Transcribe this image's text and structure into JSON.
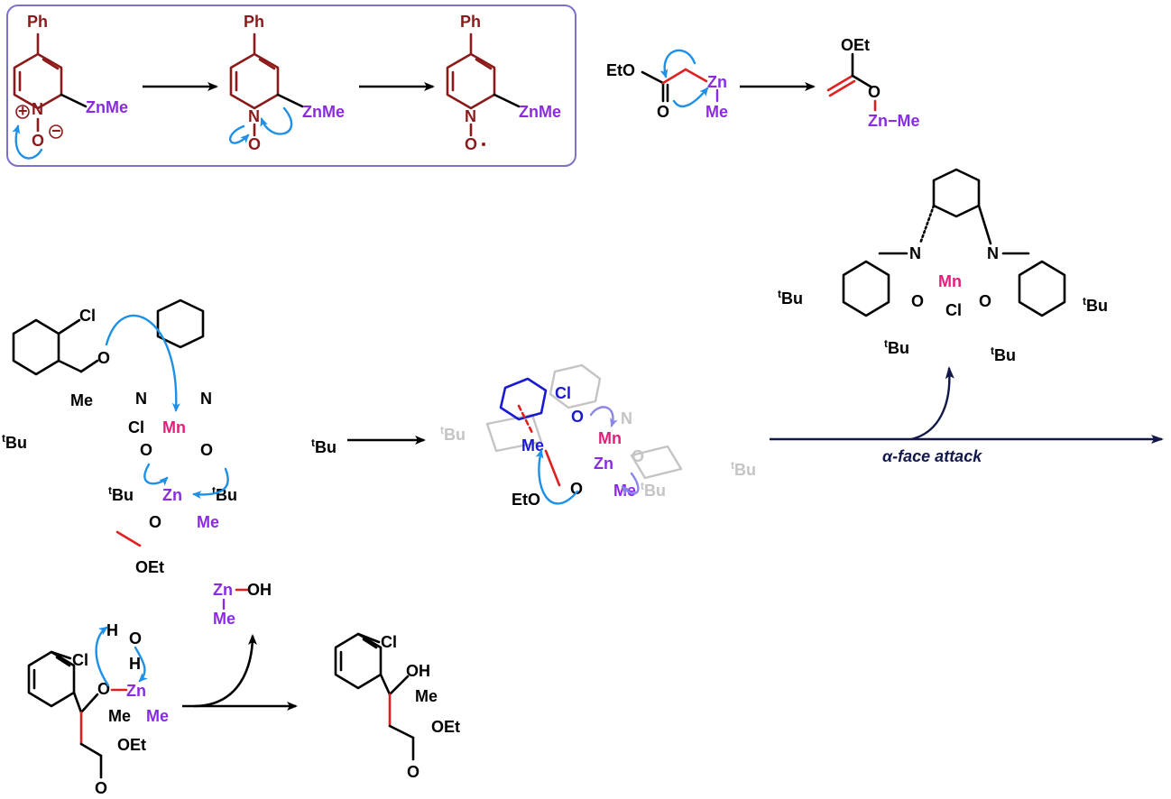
{
  "colors": {
    "black": "#000000",
    "brown": "#8B1A1A",
    "violet": "#8A2BE2",
    "magenta": "#E0207A",
    "red": "#E02020",
    "blue_arrow": "#1E90E8",
    "lavender_arrow": "#8C86E8",
    "dark_blue": "#1A1AD0",
    "grey": "#C4C4C4",
    "navy": "#12184A",
    "box_border": "#7B72C4"
  },
  "panel_noxide": {
    "s1": {
      "ph": "Ph",
      "n": "N",
      "o": "O",
      "plus": "+",
      "minus": "−",
      "znme": "ZnMe"
    },
    "s2": {
      "ph": "Ph",
      "n": "N",
      "o": "O",
      "znme": "ZnMe"
    },
    "s3": {
      "ph": "Ph",
      "n": "N",
      "o": "O",
      "znme": "ZnMe"
    }
  },
  "enolate": {
    "eto": "EtO",
    "o": "O",
    "zn": "Zn",
    "me": "Me",
    "p_oet": "OEt",
    "p_o": "O",
    "p_znme": "Zn−Me"
  },
  "catalyst": {
    "n1": "N",
    "n2": "N",
    "mn": "Mn",
    "o1": "O",
    "o2": "O",
    "cl": "Cl",
    "tbu_left": "Bu",
    "tbu_right": "Bu",
    "tbu_bot_left": "Bu",
    "tbu_bot_right": "Bu",
    "t": "t"
  },
  "complex_left": {
    "cl_aryl": "Cl",
    "o_ketone": "O",
    "me_ketone": "Me",
    "n1": "N",
    "n2": "N",
    "cl": "Cl",
    "mn": "Mn",
    "o1": "O",
    "o2": "O",
    "zn": "Zn",
    "me": "Me",
    "o_enol": "O",
    "oet": "OEt",
    "tbu": "Bu",
    "t": "t"
  },
  "ts": {
    "cl": "Cl",
    "o": "O",
    "me": "Me",
    "mn": "Mn",
    "zn": "Zn",
    "me2": "Me",
    "o1": "O",
    "o2": "O",
    "eto": "EtO",
    "n": "N",
    "tbu": "Bu",
    "t": "t"
  },
  "hydrolysis": {
    "cl": "Cl",
    "o": "O",
    "zn": "Zn",
    "me": "Me",
    "me2": "Me",
    "h1": "H",
    "h2": "H",
    "oh_o": "O",
    "oet": "OEt",
    "o_carbonyl": "O",
    "byproduct_zn": "Zn",
    "byproduct_oh": "OH",
    "byproduct_me": "Me"
  },
  "product": {
    "cl": "Cl",
    "oh": "OH",
    "me": "Me",
    "oet": "OEt",
    "o": "O"
  },
  "arrow_label": "α-face attack"
}
